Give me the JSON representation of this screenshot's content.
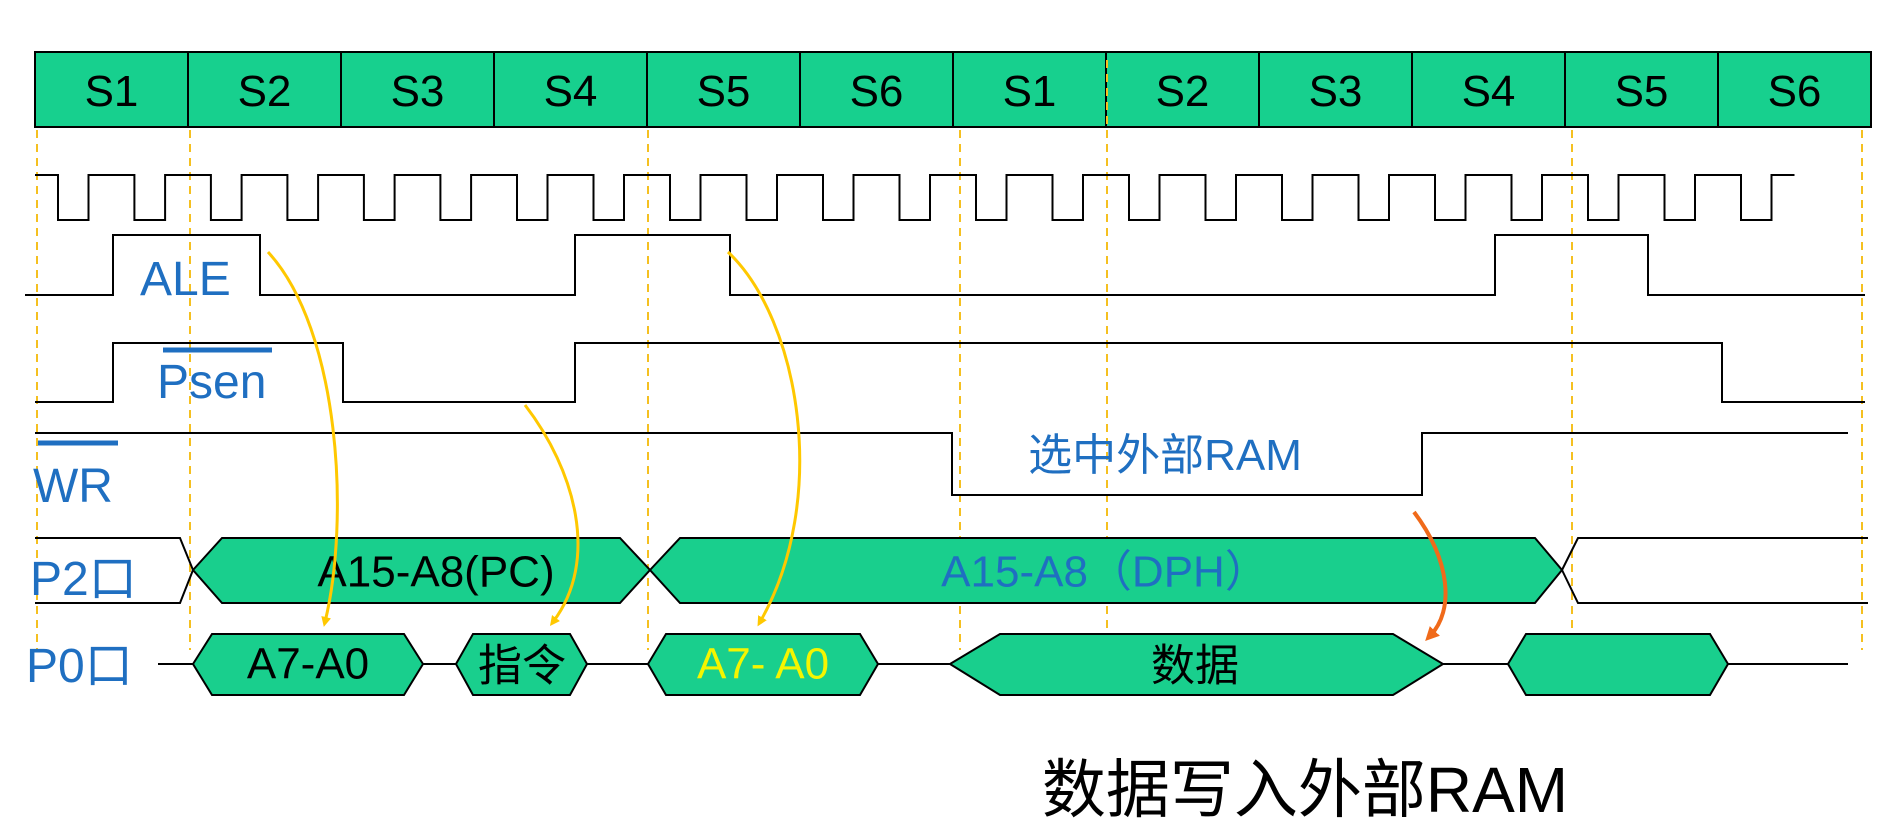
{
  "title": "数据写入外部RAM",
  "states": [
    "S1",
    "S2",
    "S3",
    "S4",
    "S5",
    "S6",
    "S1",
    "S2",
    "S3",
    "S4",
    "S5",
    "S6"
  ],
  "signals": {
    "ale": "ALE",
    "psen": "Psen",
    "wr": "WR",
    "p2": "P2口",
    "p0": "P0口"
  },
  "annotations": {
    "ram_select": "选中外部RAM"
  },
  "p2_bus": {
    "pc": "A15-A8(PC)",
    "dph": "A15-A8（DPH）"
  },
  "p0_bus": {
    "addr1": "A7-A0",
    "instr": "指令",
    "addr2": "A7- A0",
    "data": "数据"
  },
  "colors": {
    "state_fill": "#17d08e",
    "bus_fill": "#19cf8d",
    "arrow_yellow": "#ffc800",
    "arrow_orange": "#f06a1a",
    "guide": "#f5c020",
    "label_blue": "#1f6fc1",
    "addr2_text": "#f5f500"
  }
}
